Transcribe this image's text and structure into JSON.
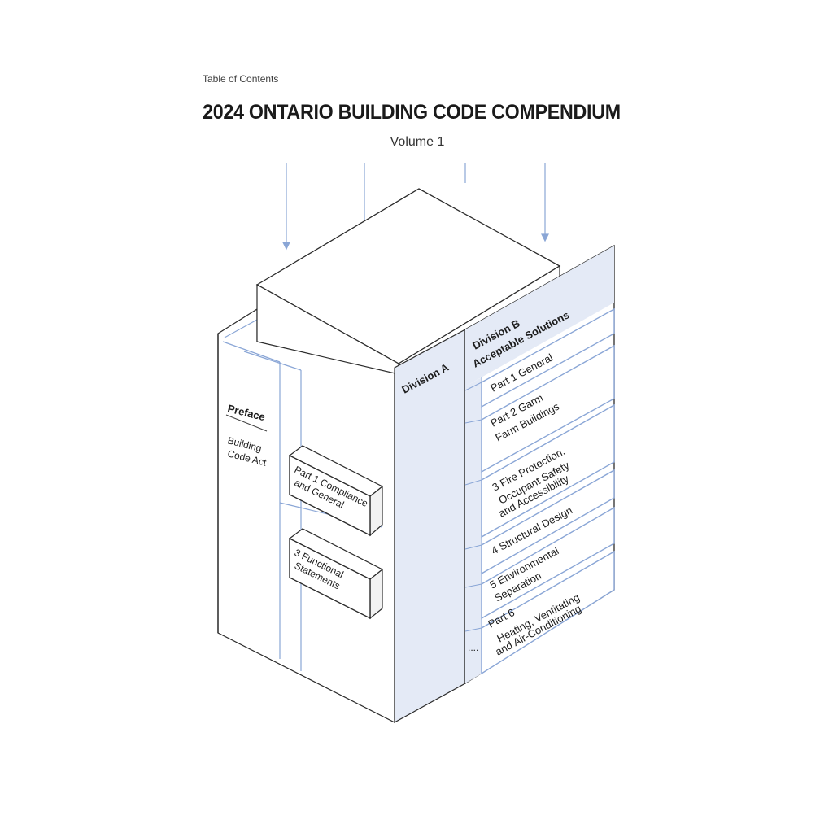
{
  "header": {
    "overline": "Table of Contents",
    "title": "2024 ONTARIO BUILDING CODE COMPENDIUM",
    "subtitle": "Volume 1"
  },
  "front_matter": {
    "preface": "Preface",
    "act_line1": "Building",
    "act_line2": "Code Act"
  },
  "division_a": {
    "label": "Division A",
    "part1_line1": "Part 1 Compliance",
    "part1_line2": "and General",
    "part3_line1": "3 Functional",
    "part3_line2": "Statements"
  },
  "division_b": {
    "label_line1": "Division B",
    "label_line2": "Acceptable Solutions",
    "parts": [
      {
        "lines": [
          "Part 1 General"
        ]
      },
      {
        "lines": [
          "Part 2 Garm",
          "Farm Buildings"
        ]
      },
      {
        "lines": [
          "3 Fire Protection,",
          "Occupant Safety",
          "and Accessibility"
        ]
      },
      {
        "lines": [
          "4 Structural Design"
        ]
      },
      {
        "lines": [
          "5 Environmental",
          "Separation"
        ]
      },
      {
        "lines": [
          "Part 6",
          "Heating, Ventitating",
          "and Air-Conditioning"
        ]
      }
    ],
    "more": "...."
  },
  "colors": {
    "line": "#8aa6d6",
    "panel": "#e4eaf6",
    "outline": "#2b2b2b"
  }
}
